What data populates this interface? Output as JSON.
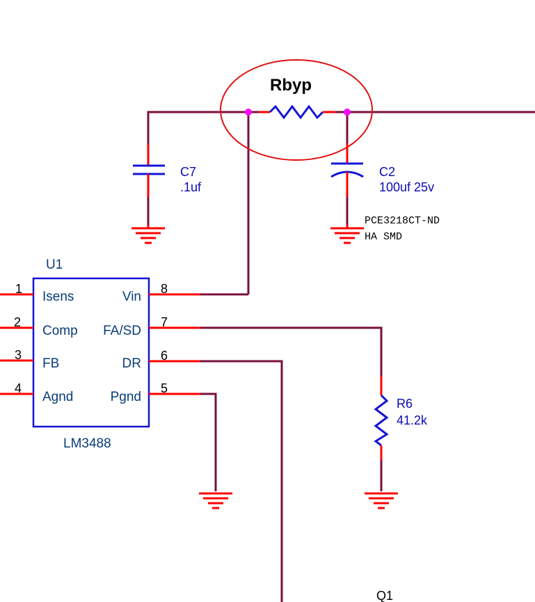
{
  "annotation": {
    "label": "Rbyp"
  },
  "c7": {
    "ref": "C7",
    "value": ".1uf"
  },
  "c2": {
    "ref": "C2",
    "value": "100uf 25v",
    "part_number": "PCE3218CT-ND",
    "package": "HA SMD"
  },
  "u1": {
    "ref": "U1",
    "part": "LM3488",
    "left_pins": [
      {
        "num": "1",
        "name": "Isens"
      },
      {
        "num": "2",
        "name": "Comp"
      },
      {
        "num": "3",
        "name": "FB"
      },
      {
        "num": "4",
        "name": "Agnd"
      }
    ],
    "right_pins": [
      {
        "num": "8",
        "name": "Vin"
      },
      {
        "num": "7",
        "name": "FA/SD"
      },
      {
        "num": "6",
        "name": "DR"
      },
      {
        "num": "5",
        "name": "Pgnd"
      }
    ]
  },
  "r6": {
    "ref": "R6",
    "value": "41.2k"
  },
  "q1": {
    "ref": "Q1"
  },
  "colors": {
    "wire": "#7a0f3c",
    "pin": "#ff0000",
    "part": "#1414d6",
    "junction": "#ff00ff",
    "highlight": "#e01010"
  }
}
